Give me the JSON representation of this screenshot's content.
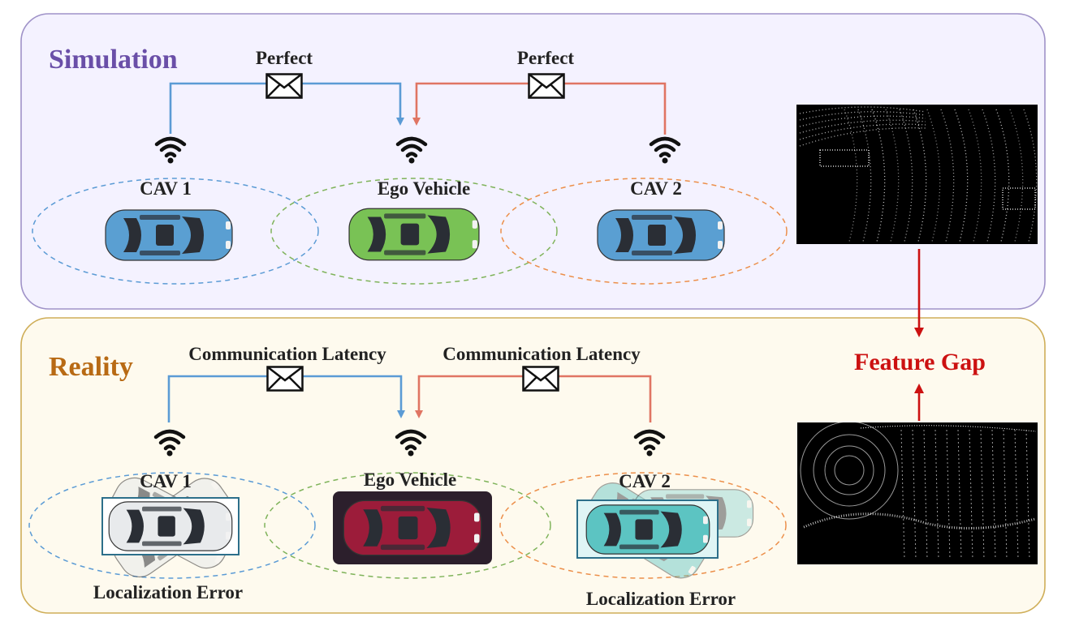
{
  "panels": {
    "simulation": {
      "title": "Simulation",
      "title_color": "#6a4fa8",
      "background": "#f4f2ff",
      "border": "#9f92c8",
      "link_left_label": "Perfect",
      "link_right_label": "Perfect",
      "vehicles": {
        "cav1": "CAV 1",
        "ego": "Ego Vehicle",
        "cav2": "CAV 2"
      }
    },
    "reality": {
      "title": "Reality",
      "title_color": "#b86a14",
      "background": "#fefaee",
      "border": "#cfae58",
      "link_left_label": "Communication Latency",
      "link_right_label": "Communication Latency",
      "vehicles": {
        "cav1": "CAV 1",
        "ego": "Ego Vehicle",
        "cav2": "CAV 2"
      },
      "error_left": "Localization Error",
      "error_right": "Localization Error"
    }
  },
  "feature_gap": {
    "label": "Feature Gap",
    "color": "#cc1111"
  },
  "colors": {
    "link_blue": "#5b9bd5",
    "link_red": "#e07563",
    "ellipse_blue": "#5b9bd5",
    "ellipse_green": "#7fb35a",
    "ellipse_orange": "#ec8f4a",
    "car_blue": "#5a9fd2",
    "car_green": "#79c255",
    "car_red": "#9c1c3a",
    "car_white": "#e8eaec",
    "car_teal": "#5cc4c2"
  },
  "icons": {
    "message": "envelope-icon",
    "wireless": "wifi-icon",
    "vehicle": "car-icon",
    "lidar": "point-cloud-image"
  }
}
